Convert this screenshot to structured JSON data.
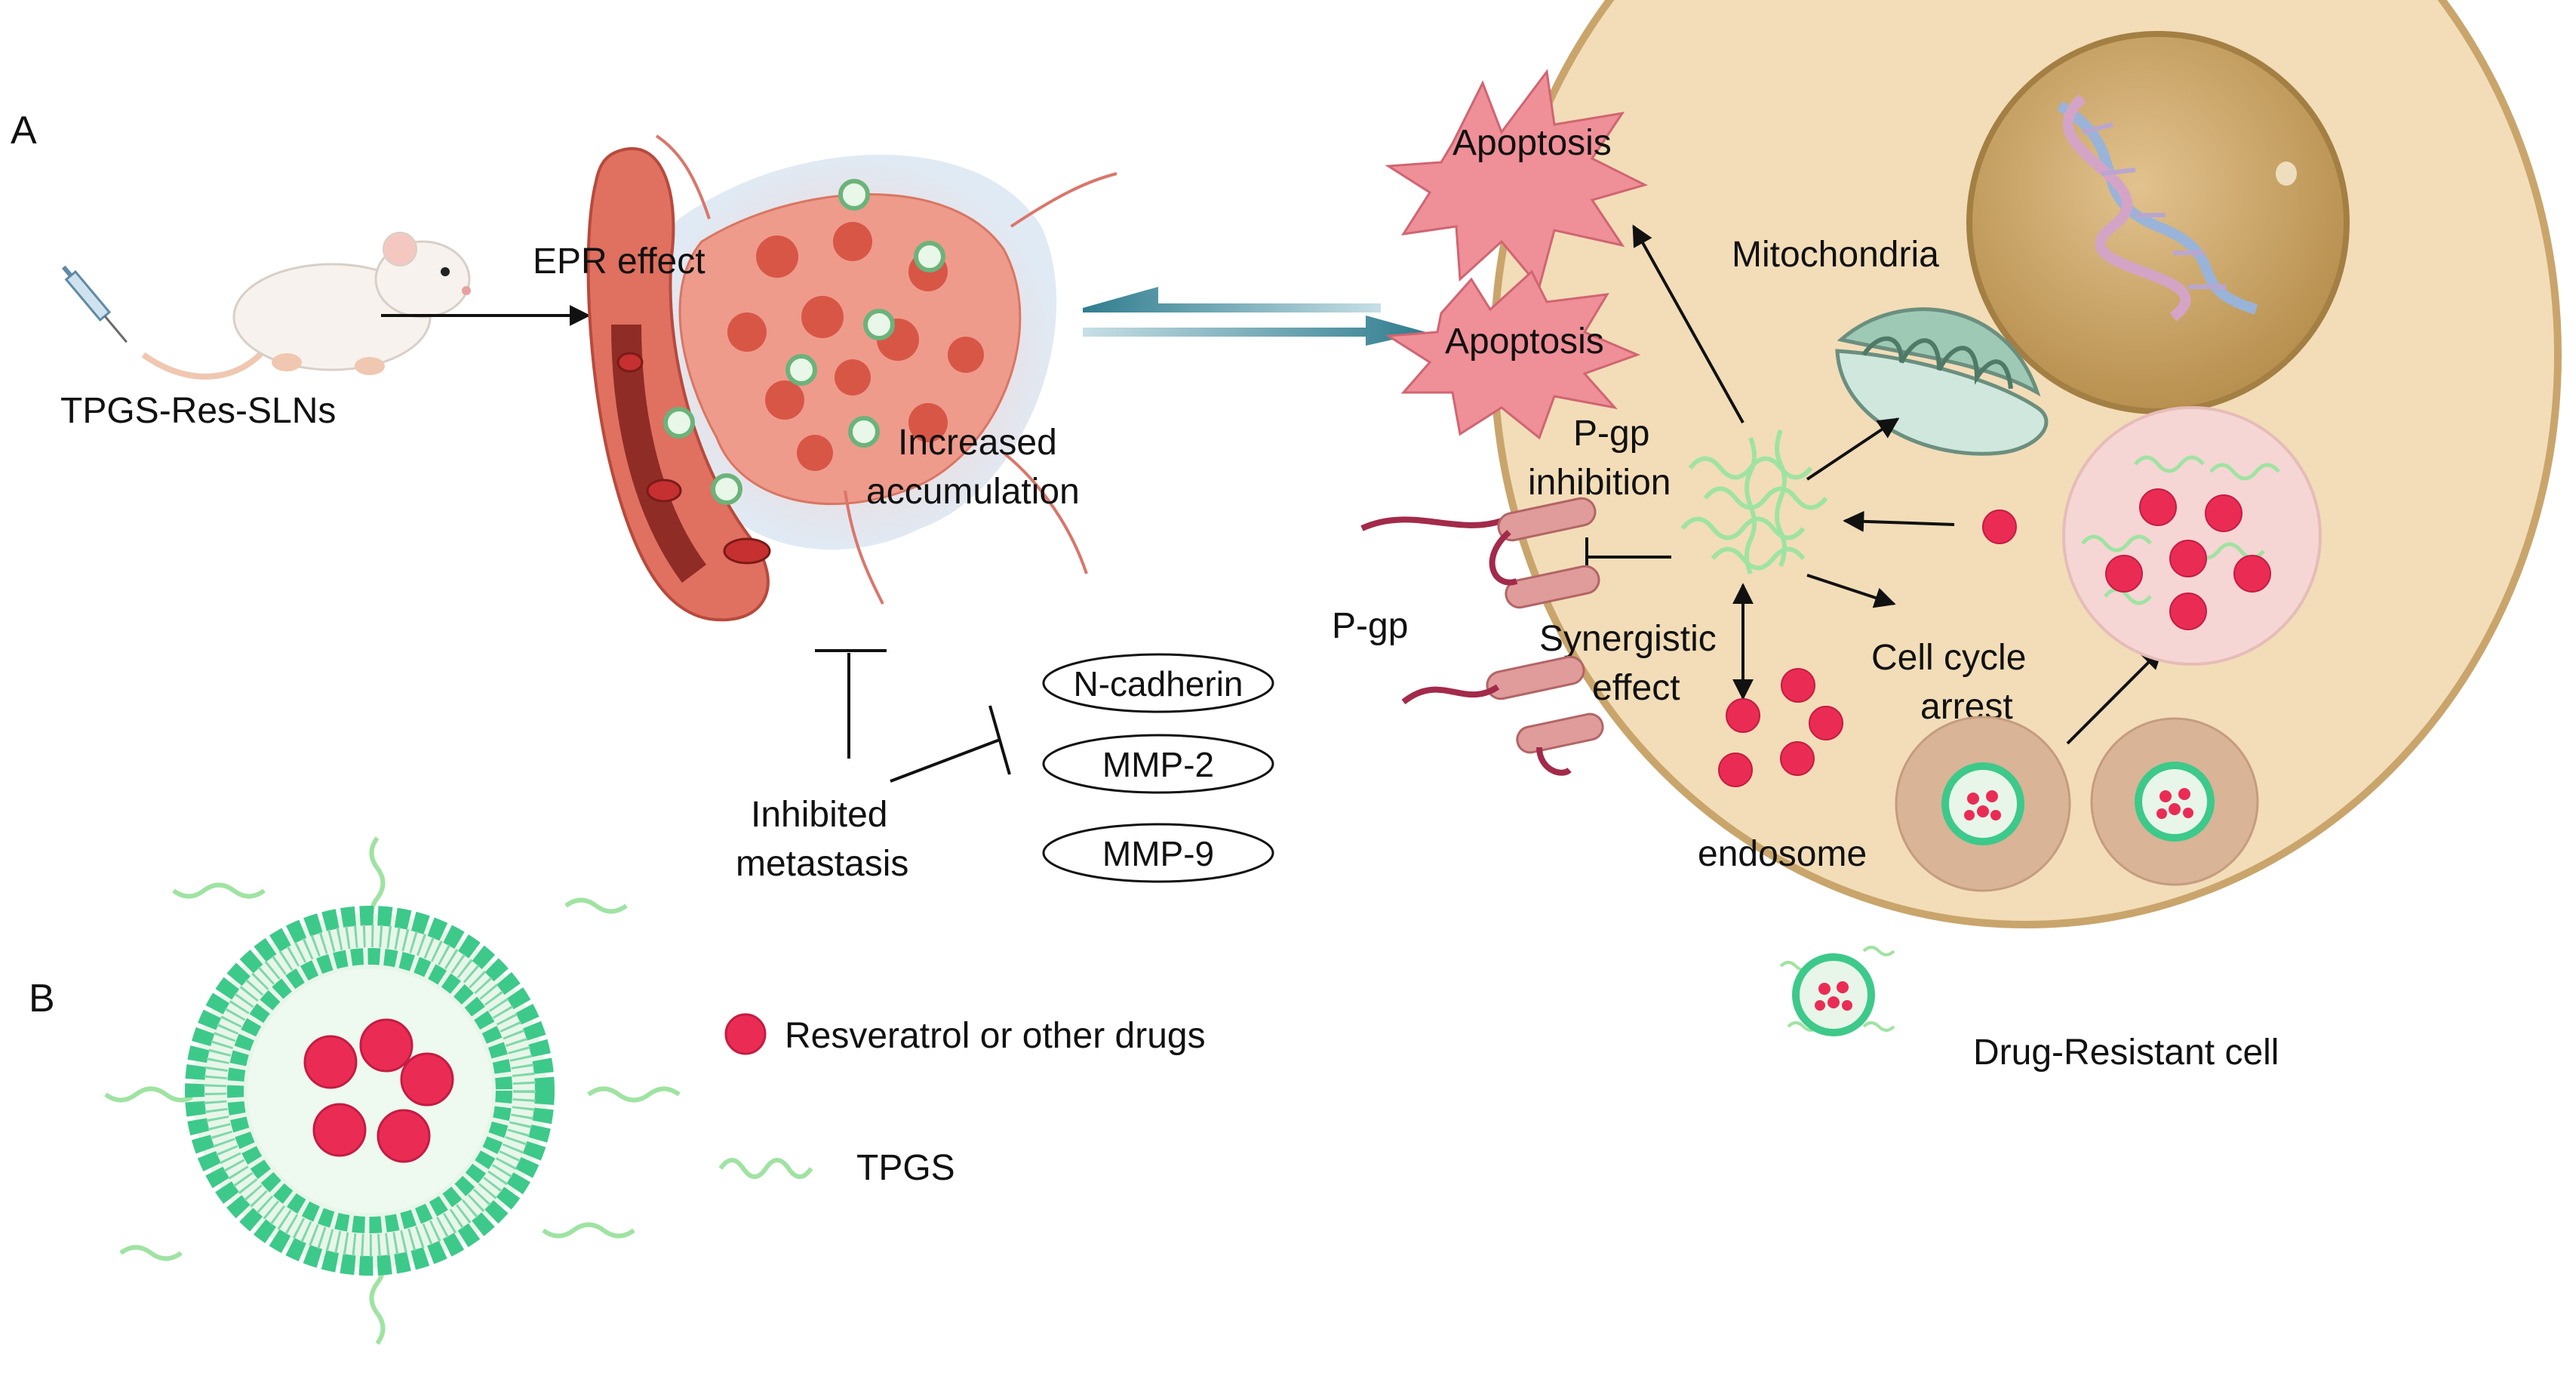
{
  "panels": {
    "a": "A",
    "b": "B"
  },
  "mouse": {
    "caption": "TPGS-Res-SLNs"
  },
  "tumor": {
    "epr": "EPR effect",
    "accumulation": [
      "Increased",
      "accumulation"
    ]
  },
  "metastasis": {
    "label": [
      "Inhibited",
      "metastasis"
    ],
    "markers": [
      "N-cadherin",
      "MMP-2",
      "MMP-9"
    ]
  },
  "cell": {
    "apoptosis_top": "Apoptosis",
    "apoptosis_mid": "Apoptosis",
    "mitochondria": "Mitochondria",
    "pgp_inhibition": [
      "P-gp",
      "inhibition"
    ],
    "pgp": "P-gp",
    "synergistic": [
      "Synergistic",
      "effect"
    ],
    "cell_cycle": [
      "Cell cycle",
      "arrest"
    ],
    "endosome": "endosome",
    "title": "Drug-Resistant cell"
  },
  "legend": {
    "drug": "Resveratrol or other drugs",
    "tpgs": "TPGS"
  },
  "colors": {
    "cytoplasm": "#f2ddb8",
    "cell_border": "#c9a56c",
    "nucleus": "#c9a56c",
    "drug": "#ea2c55",
    "tpgs": "#7fdc8a",
    "lipid": "#3dc98a",
    "apoptosis": "#ef8f98",
    "vessel": "#e07060",
    "tumor": "#ee9b8c"
  }
}
